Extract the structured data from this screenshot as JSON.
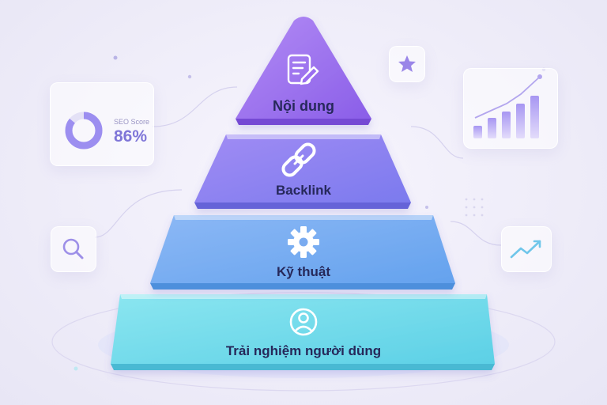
{
  "pyramid": {
    "layers": [
      {
        "label": "Nội dung",
        "icon": "document-edit-icon"
      },
      {
        "label": "Backlink",
        "icon": "link-icon"
      },
      {
        "label": "Kỹ thuật",
        "icon": "gear-icon"
      },
      {
        "label": "Trải nghiệm người dùng",
        "icon": "user-icon"
      }
    ]
  },
  "seo_card": {
    "label": "SEO Score",
    "value": "86%",
    "percent": 86
  },
  "decor_icons": [
    "star-icon",
    "search-icon",
    "trend-up-icon",
    "bar-chart-icon"
  ],
  "colors": {
    "top": "#9b6ef0",
    "second": "#8a7ef2",
    "third": "#72aef0",
    "bottom": "#6fdde8",
    "text": "#26285a"
  }
}
